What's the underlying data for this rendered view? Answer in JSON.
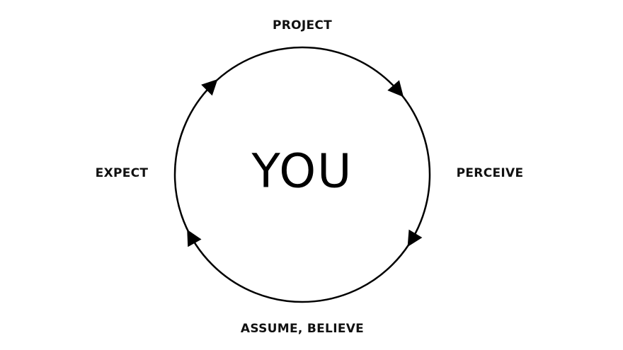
{
  "center_label": "YOU",
  "nodes": {
    "top": "PROJECT",
    "right": "PERCEIVE",
    "bottom": "ASSUME, BELIEVE",
    "left": "EXPECT"
  },
  "cycle_direction": "clockwise",
  "colors": {
    "line": "#000000",
    "background": "#ffffff"
  }
}
